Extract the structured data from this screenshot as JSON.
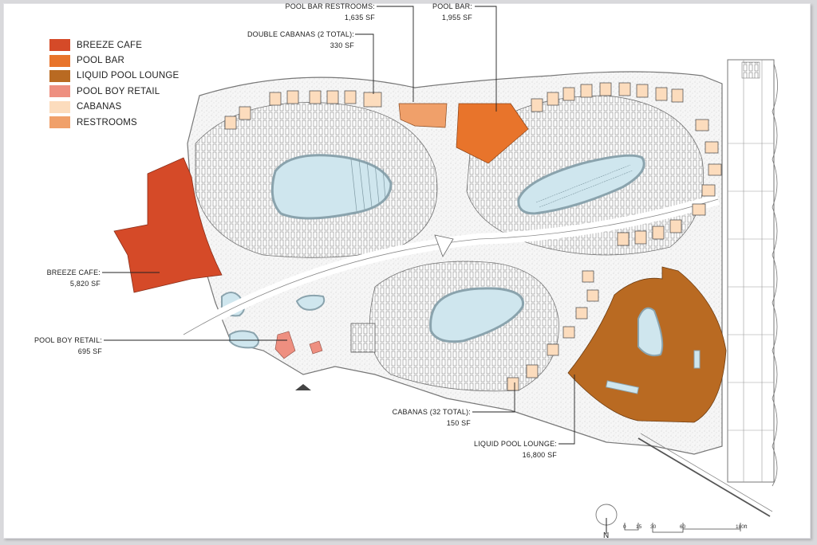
{
  "legend": {
    "items": [
      {
        "label": "BREEZE CAFE",
        "color": "#d54a28"
      },
      {
        "label": "POOL BAR",
        "color": "#e8742b"
      },
      {
        "label": "LIQUID POOL LOUNGE",
        "color": "#b96a22"
      },
      {
        "label": "POOL BOY RETAIL",
        "color": "#ee8f80"
      },
      {
        "label": "CABANAS",
        "color": "#fcdcbd"
      },
      {
        "label": "RESTROOMS",
        "color": "#f0a06a"
      }
    ]
  },
  "callouts": {
    "pool_bar_restrooms": {
      "title": "POOL BAR RESTROOMS:",
      "area": "1,635 SF"
    },
    "pool_bar": {
      "title": "POOL BAR:",
      "area": "1,955 SF"
    },
    "double_cabanas": {
      "title": "DOUBLE CABANAS (2 TOTAL):",
      "area": "330 SF"
    },
    "breeze_cafe": {
      "title": "BREEZE CAFE:",
      "area": "5,820 SF"
    },
    "pool_boy_retail": {
      "title": "POOL BOY RETAIL:",
      "area": "695 SF"
    },
    "cabanas": {
      "title": "CABANAS (32 TOTAL):",
      "area": "150 SF"
    },
    "liquid_pool_lounge": {
      "title": "LIQUID POOL LOUNGE:",
      "area": "16,800 SF"
    }
  },
  "scale_bar": {
    "ticks": [
      "0",
      "15",
      "30",
      "60",
      "180ft"
    ]
  },
  "north_arrow": {
    "label": "N"
  },
  "colors": {
    "pool_water": "#cfe6ee",
    "pool_edge": "#8aa3ad",
    "deck_gray": "#f3f3f3",
    "line": "#555555"
  }
}
